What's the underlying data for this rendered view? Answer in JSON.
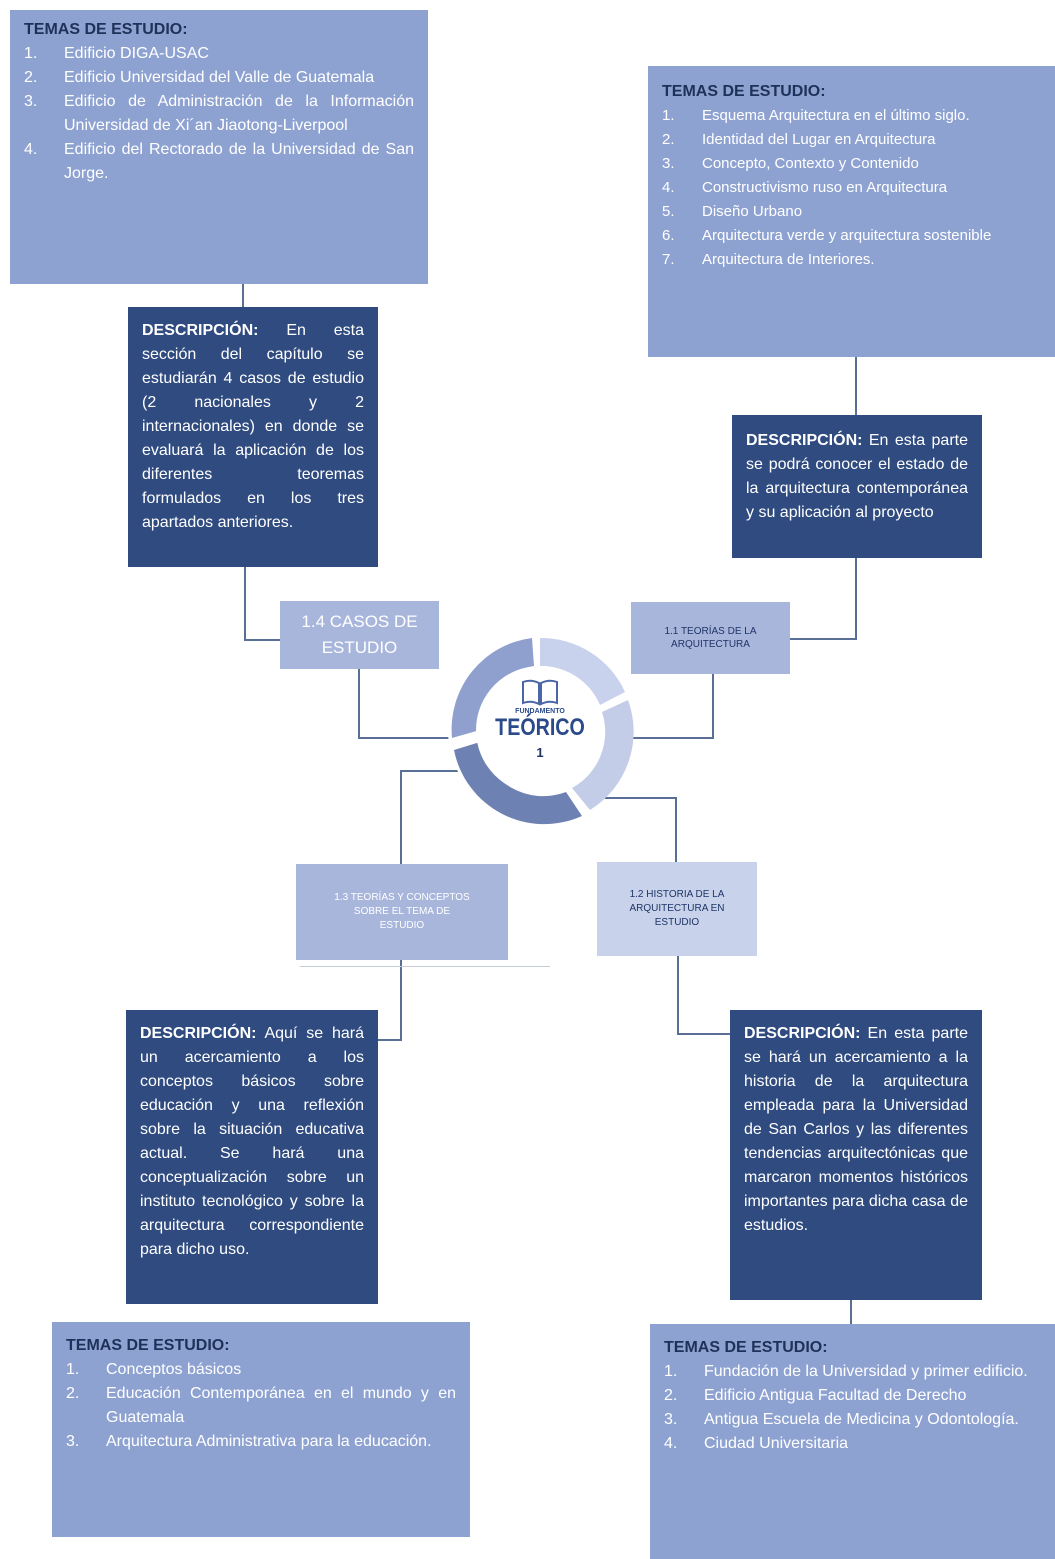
{
  "topics_label": "TEMAS DE ESTUDIO:",
  "desc_label": "DESCRIPCIÓN:",
  "top_left_topics": [
    {
      "n": "1.",
      "text": "Edificio DIGA-USAC"
    },
    {
      "n": "2.",
      "text": "Edificio Universidad del Valle de Guatemala"
    },
    {
      "n": "3.",
      "text": "Edificio de Administración de la Información Universidad de Xi´an Jiaotong-Liverpool"
    },
    {
      "n": "4.",
      "text": "Edificio del Rectorado de la Universidad de San Jorge."
    }
  ],
  "top_right_topics": [
    {
      "n": "1.",
      "text": "Esquema Arquitectura en el último siglo."
    },
    {
      "n": "2.",
      "text": "Identidad del Lugar en Arquitectura"
    },
    {
      "n": "3.",
      "text": "Concepto, Contexto y Contenido"
    },
    {
      "n": "4.",
      "text": "Constructivismo ruso en Arquitectura"
    },
    {
      "n": "5.",
      "text": "Diseño Urbano"
    },
    {
      "n": "6.",
      "text": "Arquitectura verde y arquitectura sostenible"
    },
    {
      "n": "7.",
      "text": "Arquitectura de Interiores."
    }
  ],
  "bottom_left_topics": [
    {
      "n": "1.",
      "text": "Conceptos básicos"
    },
    {
      "n": "2.",
      "text": "Educación Contemporánea en el mundo y en Guatemala"
    },
    {
      "n": "3.",
      "text": "Arquitectura Administrativa para la educación."
    }
  ],
  "bottom_right_topics": [
    {
      "n": "1.",
      "text": "Fundación de la Universidad y primer edificio."
    },
    {
      "n": "2.",
      "text": "Edificio Antigua Facultad de Derecho"
    },
    {
      "n": "3.",
      "text": "Antigua Escuela de Medicina y Odontología."
    },
    {
      "n": "4.",
      "text": "Ciudad Universitaria"
    }
  ],
  "desc_top_left": "En esta sección del capítulo se estudiarán 4 casos de estudio (2 nacionales y 2 internacionales) en donde se evaluará la aplicación de los diferentes teoremas formulados en los tres apartados anteriores.",
  "desc_top_right": "En esta parte se podrá conocer el estado de la arquitectura contemporánea y su aplicación al proyecto",
  "desc_bottom_left": "Aquí se hará un acercamiento a los conceptos básicos sobre educación y una reflexión sobre la situación educativa actual. Se hará una conceptualización sobre un instituto tecnológico y sobre la arquitectura correspondiente para dicho uso.",
  "desc_bottom_right": "En esta parte se hará un acercamiento a la historia de la arquitectura empleada para la Universidad de San Carlos y las diferentes tendencias arquitectónicas que marcaron momentos históricos importantes para dicha casa de estudios.",
  "sections": {
    "s14": "1.4 CASOS DE ESTUDIO",
    "s11": "1.1 TEORÍAS DE LA ARQUITECTURA",
    "s13": "1.3 TEORÍAS Y CONCEPTOS SOBRE EL TEMA DE ESTUDIO",
    "s12": "1.2 HISTORIA DE LA ARQUITECTURA EN ESTUDIO"
  },
  "hub": {
    "small": "FUNDAMENTO",
    "title": "TEÓRICO",
    "number": "1",
    "icon": "open-book-icon"
  },
  "colors": {
    "topics_bg": "#8ea2d2",
    "desc_bg": "#2f4b80",
    "section_bg": "#a9b6dc",
    "hub_text": "#2a4a8a"
  }
}
